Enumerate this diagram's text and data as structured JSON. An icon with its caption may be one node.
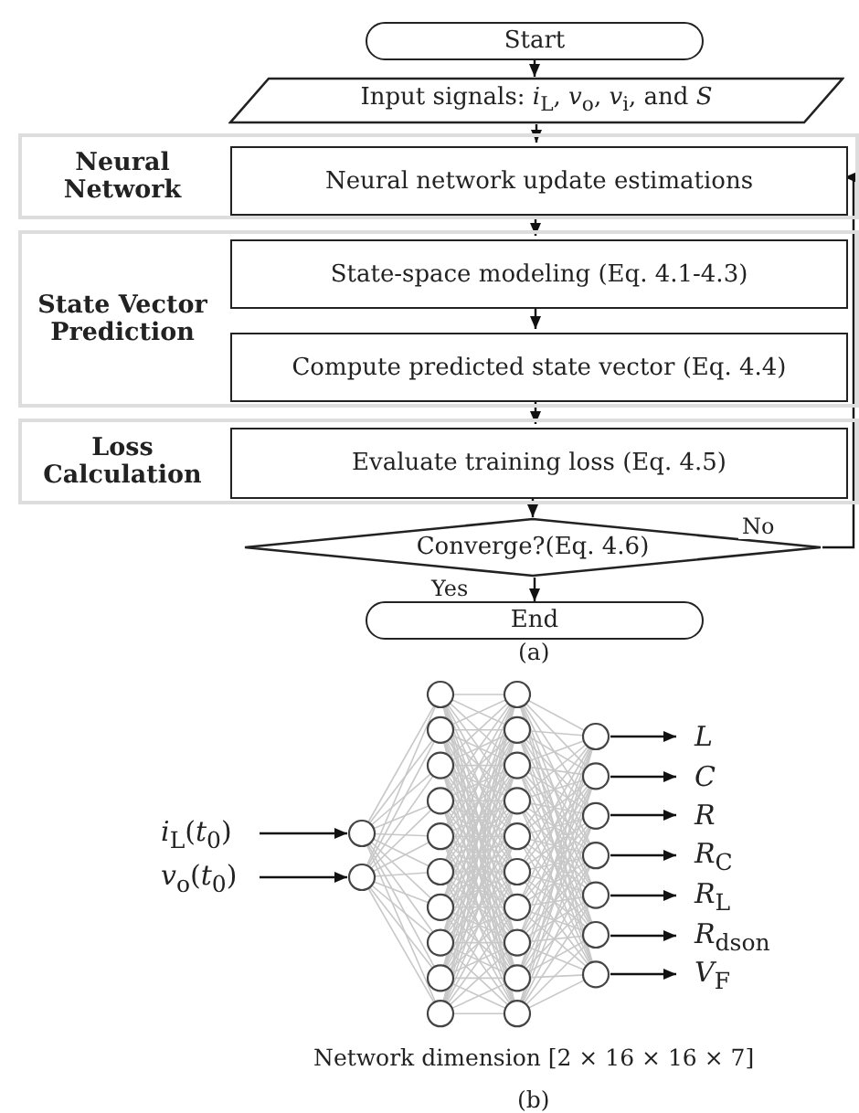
{
  "diagram": {
    "nodes": [
      {
        "text": [
          "Start"
        ]
      },
      {
        "text": [
          "Input signals: *i*$_{L}$, *v*$_{o}$, *v*$_{i}$, and *S*"
        ]
      },
      {
        "text": [
          "Neural Network"
        ]
      },
      {
        "text": [
          "Neural network update estimations"
        ],
        "in": 2
      },
      {
        "text": [
          "State Vector Prediction"
        ]
      },
      {
        "text": [
          "State-space modeling (Eq. 4.1-4.3)"
        ],
        "in": 4
      },
      {
        "text": [
          "Compute predicted state vector (Eq. 4.4)"
        ],
        "in": 4
      },
      {
        "text": [
          "Loss Calculation"
        ]
      },
      {
        "text": [
          "Evaluate training loss (Eq. 4.5)"
        ],
        "in": 7
      },
      {
        "text": [
          "Converge?(Eq. 4.6)"
        ]
      },
      {
        "text": [
          "End"
        ]
      },
      {
        "text": [
          "*i*$_{L}$(*t*$_{0}$)"
        ]
      },
      {
        "text": [
          "*v*$_{o}$(*t*$_{0}$)"
        ]
      },
      {
        "text": [],
        "shape": "picture"
      },
      {
        "text": [
          "*L*"
        ]
      },
      {
        "text": [
          "*C*"
        ]
      },
      {
        "text": [
          "*R*"
        ]
      },
      {
        "text": [
          "*R*$_{C}$"
        ]
      },
      {
        "text": [
          "*R*$_{L}$"
        ]
      },
      {
        "text": [
          "*R*$_{dson}$"
        ]
      },
      {
        "text": [
          "*V*$_{F}$"
        ]
      }
    ],
    "edges": [
      {
        "from": 0,
        "to": 1,
        "arrow": "to"
      },
      {
        "from": 1,
        "to": 3,
        "arrow": "to"
      },
      {
        "from": 3,
        "to": 5,
        "arrow": "to"
      },
      {
        "from": 5,
        "to": 6,
        "arrow": "to"
      },
      {
        "from": 6,
        "to": 8,
        "arrow": "to"
      },
      {
        "from": 8,
        "to": 9,
        "arrow": "to"
      },
      {
        "from": 9,
        "to": 10,
        "arrow": "to",
        "label": "Yes"
      },
      {
        "from": 9,
        "to": 3,
        "arrow": "to",
        "label": "No"
      },
      {
        "from": 11,
        "to": 13,
        "arrow": "to"
      },
      {
        "from": 12,
        "to": 13,
        "arrow": "to"
      },
      {
        "from": 13,
        "to": 14,
        "arrow": "to"
      },
      {
        "from": 13,
        "to": 15,
        "arrow": "to"
      },
      {
        "from": 13,
        "to": 16,
        "arrow": "to"
      },
      {
        "from": 13,
        "to": 17,
        "arrow": "to"
      },
      {
        "from": 13,
        "to": 18,
        "arrow": "to"
      },
      {
        "from": 13,
        "to": 19,
        "arrow": "to"
      },
      {
        "from": 13,
        "to": 20,
        "arrow": "to"
      }
    ],
    "labels": [
      "(a)",
      "Network dimension [2 × 16 × 16 × 7]",
      "(b)"
    ]
  }
}
